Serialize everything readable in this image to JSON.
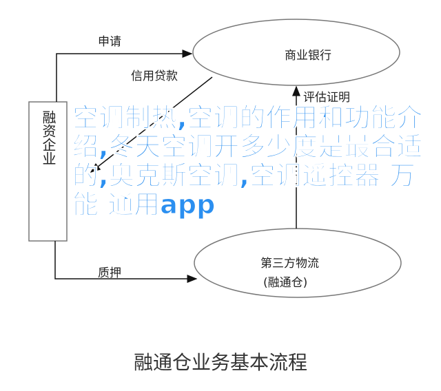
{
  "diagram": {
    "nodes": {
      "bank": "商业银行",
      "enterprise": "融资企业",
      "logistics": "第三方物流",
      "logistics_sub": "(融通仓)"
    },
    "edges": {
      "apply": "申请",
      "loan": "信用贷款",
      "assessment": "评估证明",
      "pledge": "质押"
    },
    "title": "融通仓业务基本流程"
  },
  "overlay": {
    "text": "空调制热,空调的作用和功能介绍,冬天空调开多少度是最合适的,奥克斯空调,空调遥控器 万能 通用app"
  }
}
